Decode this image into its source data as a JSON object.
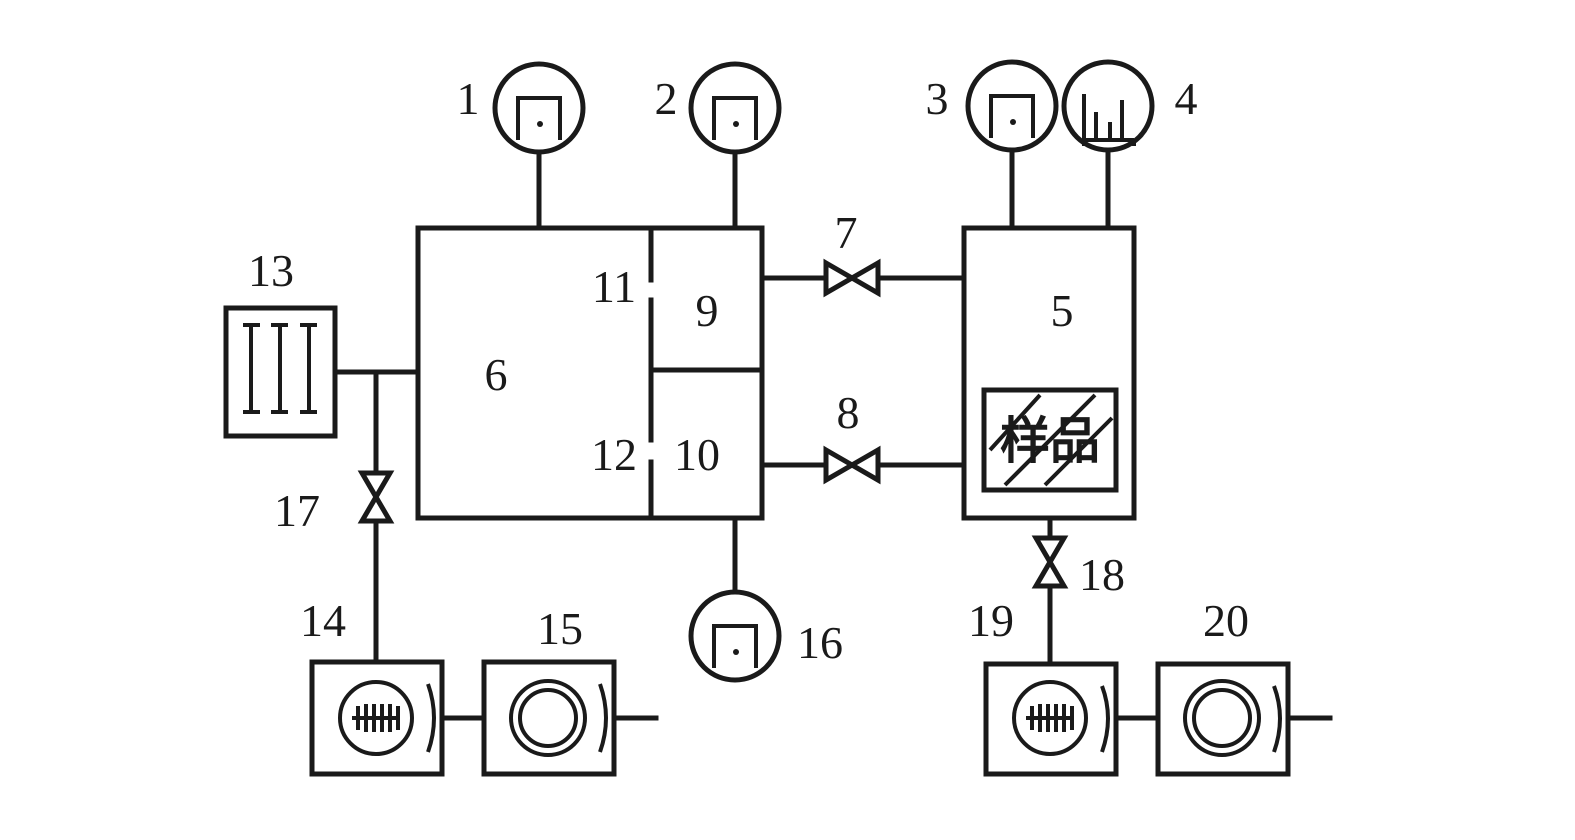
{
  "labels": {
    "l1": "1",
    "l2": "2",
    "l3": "3",
    "l4": "4",
    "l5": "5",
    "l6": "6",
    "l7": "7",
    "l8": "8",
    "l9": "9",
    "l10": "10",
    "l11": "11",
    "l12": "12",
    "l13": "13",
    "l14": "14",
    "l15": "15",
    "l16": "16",
    "l17": "17",
    "l18": "18",
    "l19": "19",
    "l20": "20"
  },
  "sample_label": "样品",
  "icons": {
    "gauge": "vacuum-gauge-icon",
    "analyzer": "mass-spectrometer-icon",
    "valve": "valve-icon",
    "cold_trap": "cold-trap-icon",
    "molecular_pump": "molecular-pump-icon",
    "mechanical_pump": "mechanical-pump-icon"
  },
  "colors": {
    "line": "#1a1a1a",
    "background": "#ffffff"
  }
}
